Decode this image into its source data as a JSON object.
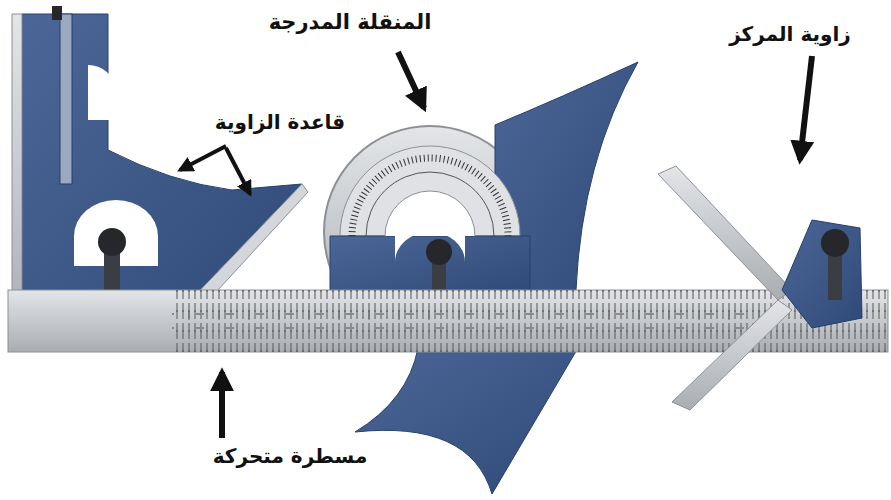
{
  "diagram": {
    "labels": [
      "المنقلة المدرجة",
      "زاوية المركز",
      "قاعدة الزاوية",
      "مسطرة متحركة"
    ]
  }
}
